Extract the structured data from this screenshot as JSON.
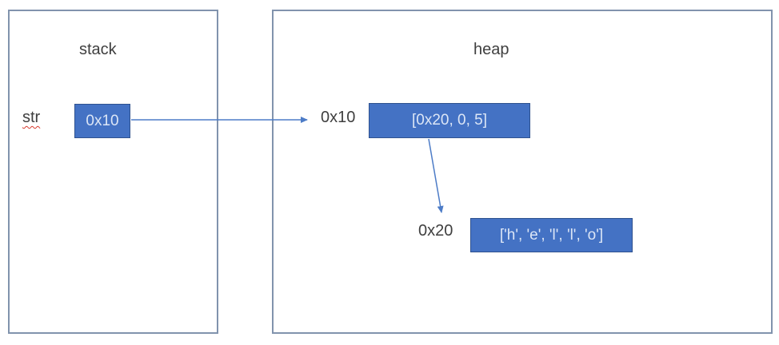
{
  "stack_panel": {
    "title": "stack",
    "variable": {
      "name": "str",
      "value": "0x10"
    }
  },
  "heap_panel": {
    "title": "heap",
    "entries": [
      {
        "address": "0x10",
        "value": "[0x20, 0, 5]"
      },
      {
        "address": "0x20",
        "value": "['h', 'e', 'l', 'l', 'o']"
      }
    ]
  },
  "colors": {
    "cell_fill": "#4472c4",
    "cell_border": "#2f528f",
    "cell_text": "#dce6f6",
    "panel_border": "#8193ad",
    "label_text": "#3f3f3f",
    "arrow": "#4d7cc7",
    "spellcheck_squiggle": "#d83a2e"
  }
}
